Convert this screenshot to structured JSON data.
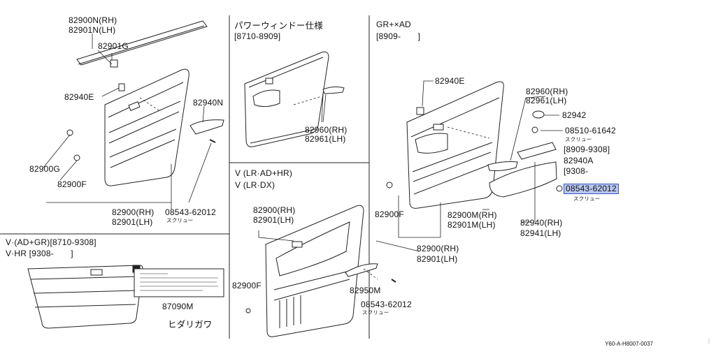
{
  "labels": {
    "p1_82900n_rh": "82900N(RH)",
    "p1_82901n_lh": "82901N(LH)",
    "p1_82901g": "82901G",
    "p1_82940e": "82940E",
    "p1_82940n": "82940N",
    "p1_82900g": "82900G",
    "p1_82900f": "82900F",
    "p1_82900_rh": "82900(RH)",
    "p1_82901_lh": "82901(LH)",
    "p1_08543": "08543-62012",
    "p1_screw": "スクリュー",
    "p2_title1": "パワーウィンドー仕様",
    "p2_title2": "[8710-8909]",
    "p2_82960_rh": "82960(RH)",
    "p2_82961_lh": "82961(LH)",
    "p3_title1": "V (LR·AD+HR)",
    "p3_title2": "V (LR·DX)",
    "p3_82900_rh": "82900(RH)",
    "p3_82901_lh": "82901(LH)",
    "p3_82900f": "82900F",
    "p3_82950m": "82950M",
    "p3_08543": "08543-62012",
    "p3_screw": "スクリュー",
    "p4_title1": "V·(AD+GR)[8710-9308]",
    "p4_title2": "V·HR [9308-　　]",
    "p4_87090m": "87090M",
    "p4_hidari": "ヒダリガワ",
    "p5_title1": "GR+×AD",
    "p5_title2": "[8909-　　]",
    "p5_82940e": "82940E",
    "p5_82960_rh": "82960(RH)",
    "p5_82961_lh": "82961(LH)",
    "p5_82942": "82942",
    "p5_08510": "08510-61642",
    "p5_screw1": "スクリュー",
    "p5_8909_9308": "[8909-9308]",
    "p5_82940a": "82940A",
    "p5_9308": "[9308-",
    "p5_08543_hl": "08543-62012",
    "p5_screw2": "スクリュー",
    "p5_82900f": "82900F",
    "p5_82900m_rh": "82900M(RH)",
    "p5_82901m_lh": "82901M(LH)",
    "p5_82940_rh": "82940(RH)",
    "p5_82941_lh": "82941(LH)",
    "p5_82900_rh": "82900(RH)",
    "p5_82901_lh": "82901(LH)"
  },
  "reference": "Y60-A-H8007-0037",
  "highlight_color": "#b9c6f0"
}
